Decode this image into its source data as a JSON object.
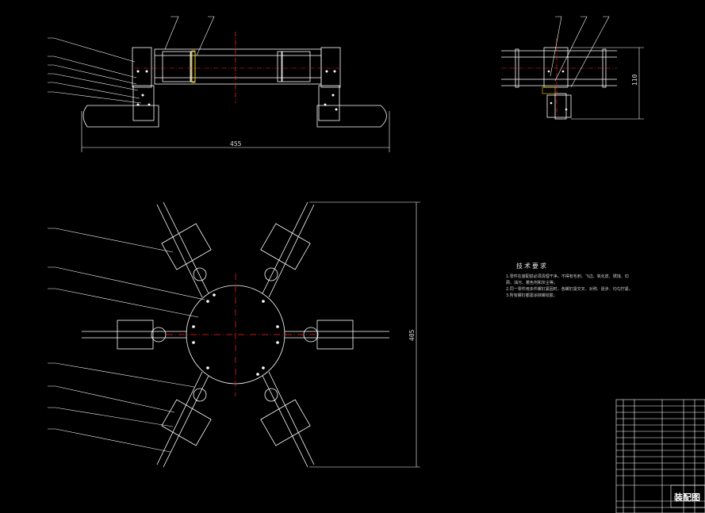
{
  "drawing": {
    "dim_width_top": "455",
    "dim_height_right": "110",
    "dim_height_plan": "405"
  },
  "notes": {
    "title": "技术要求",
    "lines": [
      "1.零件在装配前必须清理干净，不得有毛刺、飞边、氧化皮、锈蚀、切",
      "屑、油污、着色剂和灰尘等。",
      "2.同一零件用多件螺钉紧固时，各螺钉需交叉、对称、逐步、均匀拧紧。",
      "3.所有螺钉都需涂抹螺纹胶。"
    ]
  },
  "title_block": {
    "name": "装配图"
  },
  "colors": {
    "line": "#ffffff",
    "center": "#ff2020",
    "leader": "#ffffff",
    "accent": "#ffd000"
  }
}
